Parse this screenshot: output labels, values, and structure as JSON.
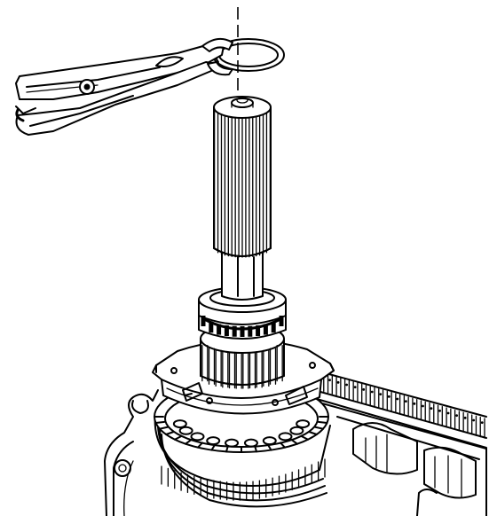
{
  "figure": {
    "colors": {
      "line": "#000000",
      "background": "#ffffff"
    },
    "parts": [
      "snap-ring-pliers",
      "snap-ring",
      "splined-shaft",
      "bearing",
      "gear",
      "clutch-hub",
      "clutch-pack",
      "transmission-case"
    ]
  }
}
